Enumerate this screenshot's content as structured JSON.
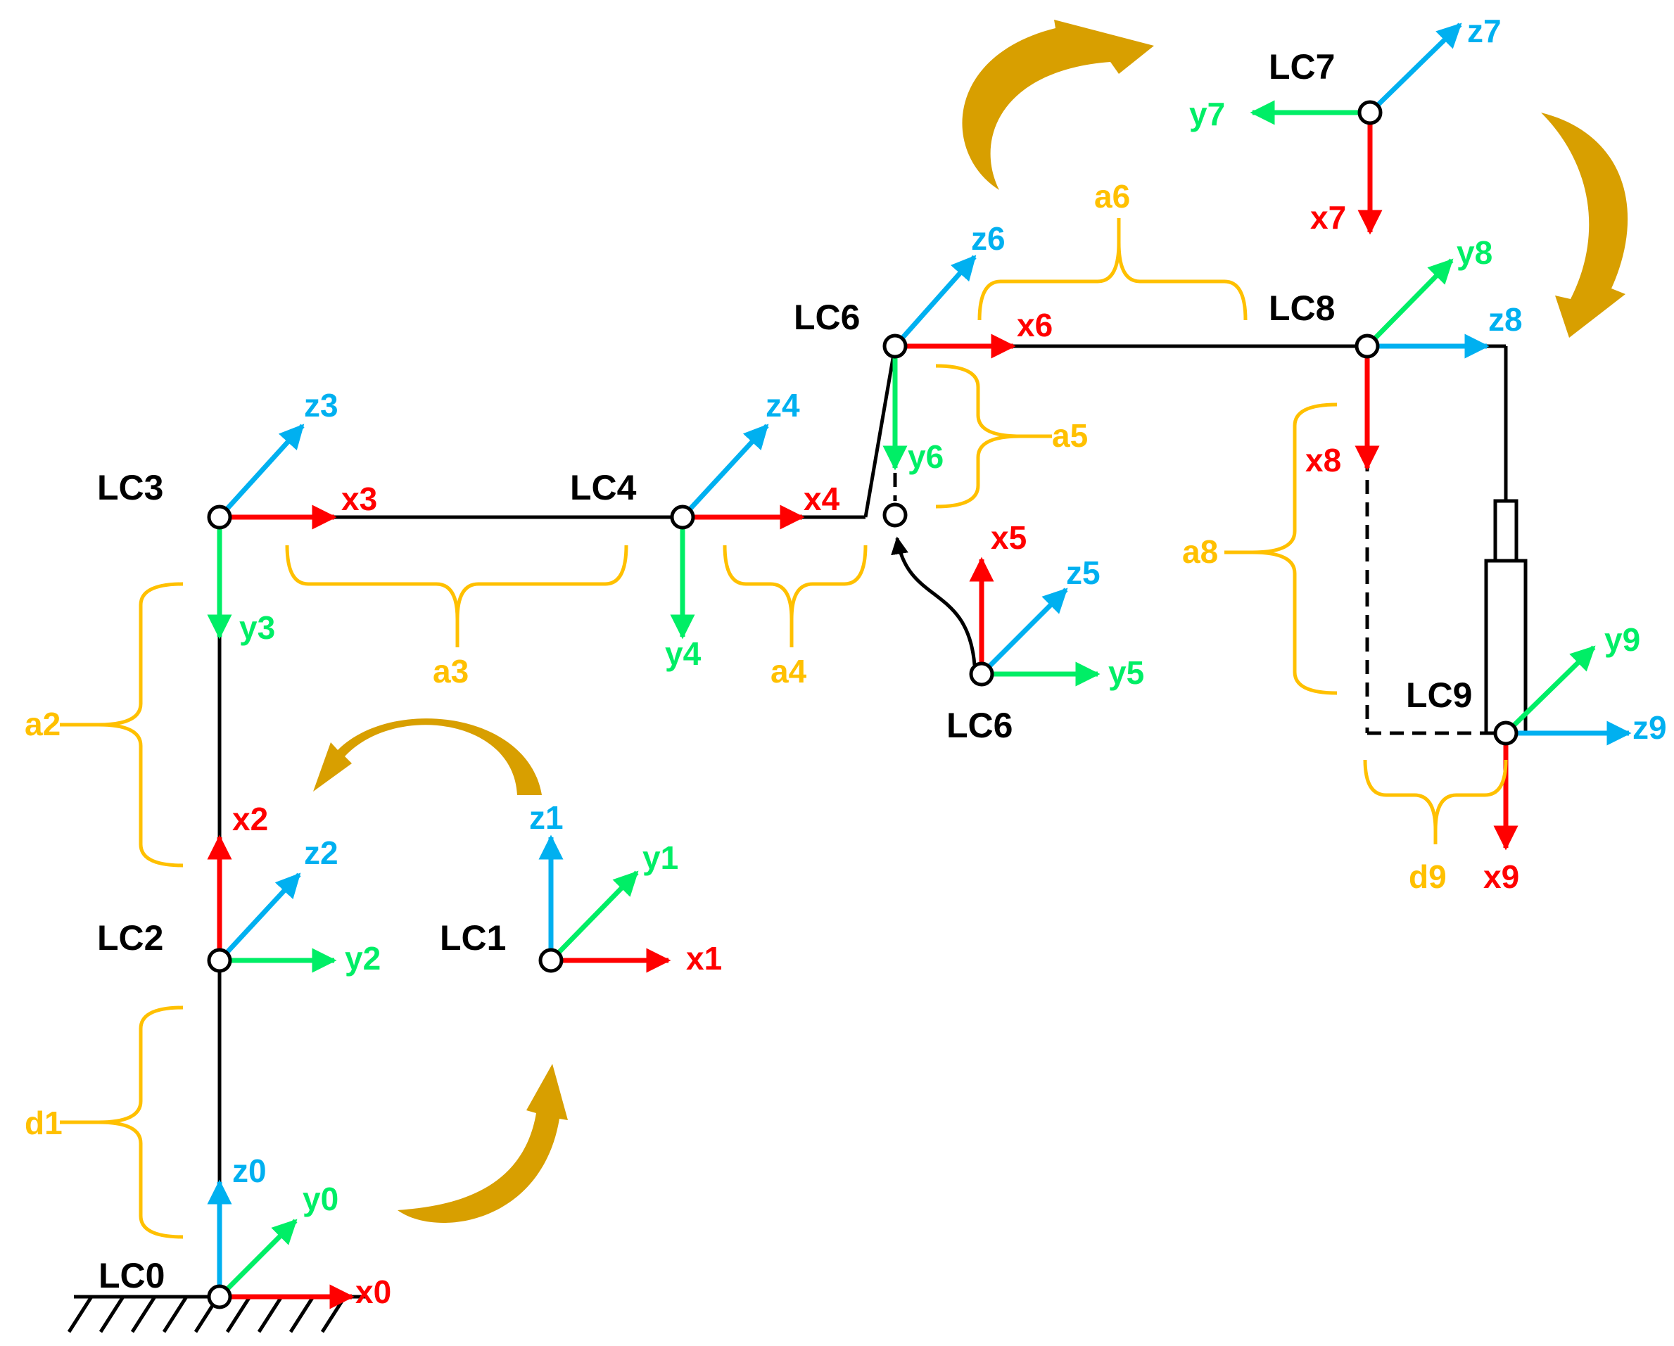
{
  "colors": {
    "x": "#ff0000",
    "y": "#00ee66",
    "z": "#00b0f0",
    "link": "#000000",
    "dim": "#ffc000",
    "rotation": "#d89f00"
  },
  "frames": {
    "lc0": "LC0",
    "lc1": "LC1",
    "lc2": "LC2",
    "lc3": "LC3",
    "lc4": "LC4",
    "lc6_top": "LC6",
    "lc6_bottom": "LC6",
    "lc7": "LC7",
    "lc8": "LC8",
    "lc9": "LC9"
  },
  "axes": {
    "x0": "x0",
    "y0": "y0",
    "z0": "z0",
    "x1": "x1",
    "y1": "y1",
    "z1": "z1",
    "x2": "x2",
    "y2": "y2",
    "z2": "z2",
    "x3": "x3",
    "y3": "y3",
    "z3": "z3",
    "x4": "x4",
    "y4": "y4",
    "z4": "z4",
    "x5": "x5",
    "y5": "y5",
    "z5": "z5",
    "x6": "x6",
    "y6": "y6",
    "z6": "z6",
    "x7": "x7",
    "y7": "y7",
    "z7": "z7",
    "x8": "x8",
    "y8": "y8",
    "z8": "z8",
    "x9": "x9",
    "y9": "y9",
    "z9": "z9"
  },
  "dimensions": {
    "d1": "d1",
    "a2": "a2",
    "a3": "a3",
    "a4": "a4",
    "a5": "a5",
    "a6": "a6",
    "a8": "a8",
    "d9": "d9"
  }
}
